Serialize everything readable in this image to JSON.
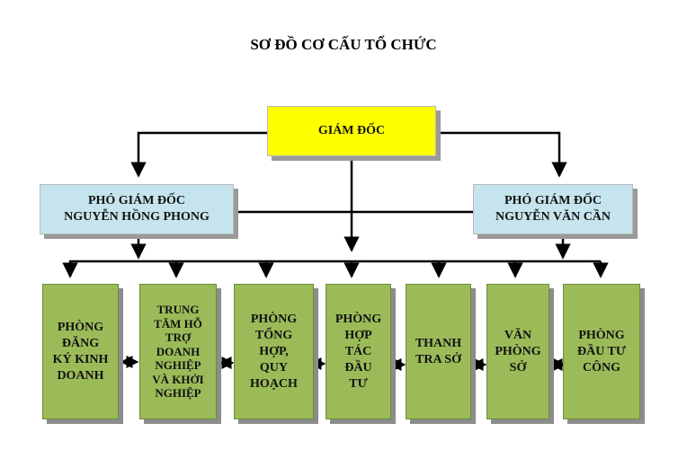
{
  "title": "SƠ ĐỒ CƠ CẤU TỔ CHỨC",
  "director": "GIÁM ĐỐC",
  "deputies": [
    "PHÓ GIÁM ĐỐC\nNGUYỄN HỒNG PHONG",
    "PHÓ GIÁM ĐỐC\nNGUYỄN VĂN CẦN"
  ],
  "departments": [
    "PHÒNG\nĐĂNG\nKÝ KINH\nDOANH",
    "TRUNG\nTÂM HỖ\nTRỢ\nDOANH\nNGHIỆP\nVÀ KHỞI\nNGHIỆP",
    "PHÒNG\nTỔNG\nHỢP,\nQUY\nHOẠCH",
    "PHÒNG\nHỢP\nTÁC\nĐẦU\nTƯ",
    "THANH\nTRA SỞ",
    "VĂN\nPHÒNG\nSỞ",
    "PHÒNG\nĐẦU TƯ\nCÔNG"
  ],
  "colors": {
    "director": "#ffff00",
    "deputy": "#c6e4ee",
    "department": "#9bbb59",
    "line": "#000000"
  }
}
